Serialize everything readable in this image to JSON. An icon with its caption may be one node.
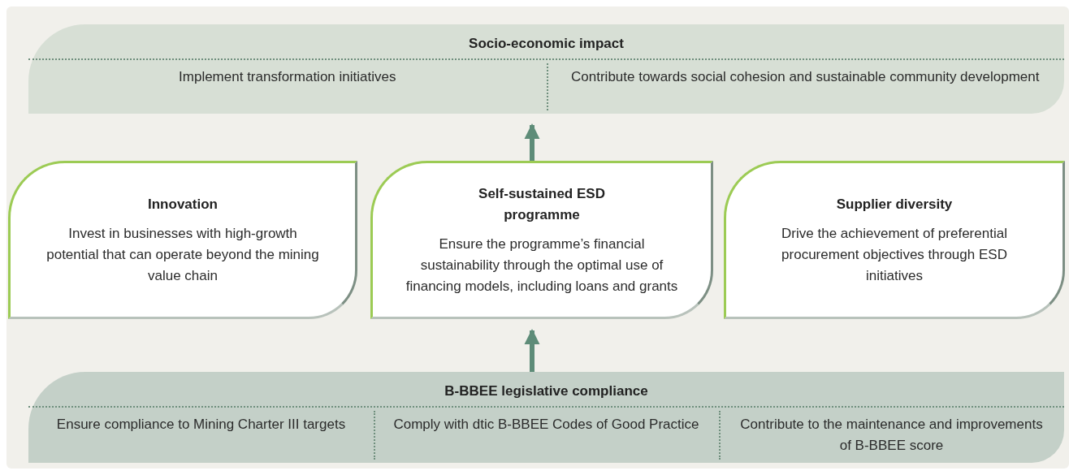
{
  "diagram": {
    "nodes": [
      {
        "text": [
          "Socio-economic impact"
        ]
      },
      {
        "text": [
          "Implement transformation initiatives"
        ],
        "in": 0
      },
      {
        "text": [
          "Contribute towards social cohesion and sustainable community development"
        ],
        "in": 0
      },
      {
        "text": [
          "Innovation",
          "Invest in businesses with high-growth potential that can operate beyond the mining value chain"
        ]
      },
      {
        "text": [
          "Self-sustained ESD programme",
          "Ensure the programme’s financial sustainability through the optimal use of financing models, including loans and grants"
        ]
      },
      {
        "text": [
          "Supplier diversity",
          "Drive the achievement of preferential procurement objectives through ESD initiatives"
        ]
      },
      {
        "text": [
          "B-BBEE legislative compliance"
        ]
      },
      {
        "text": [
          "Ensure compliance to Mining Charter III targets"
        ],
        "in": 6
      },
      {
        "text": [
          "Comply with dtic B-BBEE Codes of Good Practice"
        ],
        "in": 6
      },
      {
        "text": [
          "Contribute to the maintenance and improvements of B-BBEE score"
        ],
        "in": 6
      }
    ],
    "edges": [
      {
        "from": 4,
        "to": 0,
        "arrow": "to"
      },
      {
        "from": 6,
        "to": 4,
        "arrow": "to"
      }
    ]
  }
}
